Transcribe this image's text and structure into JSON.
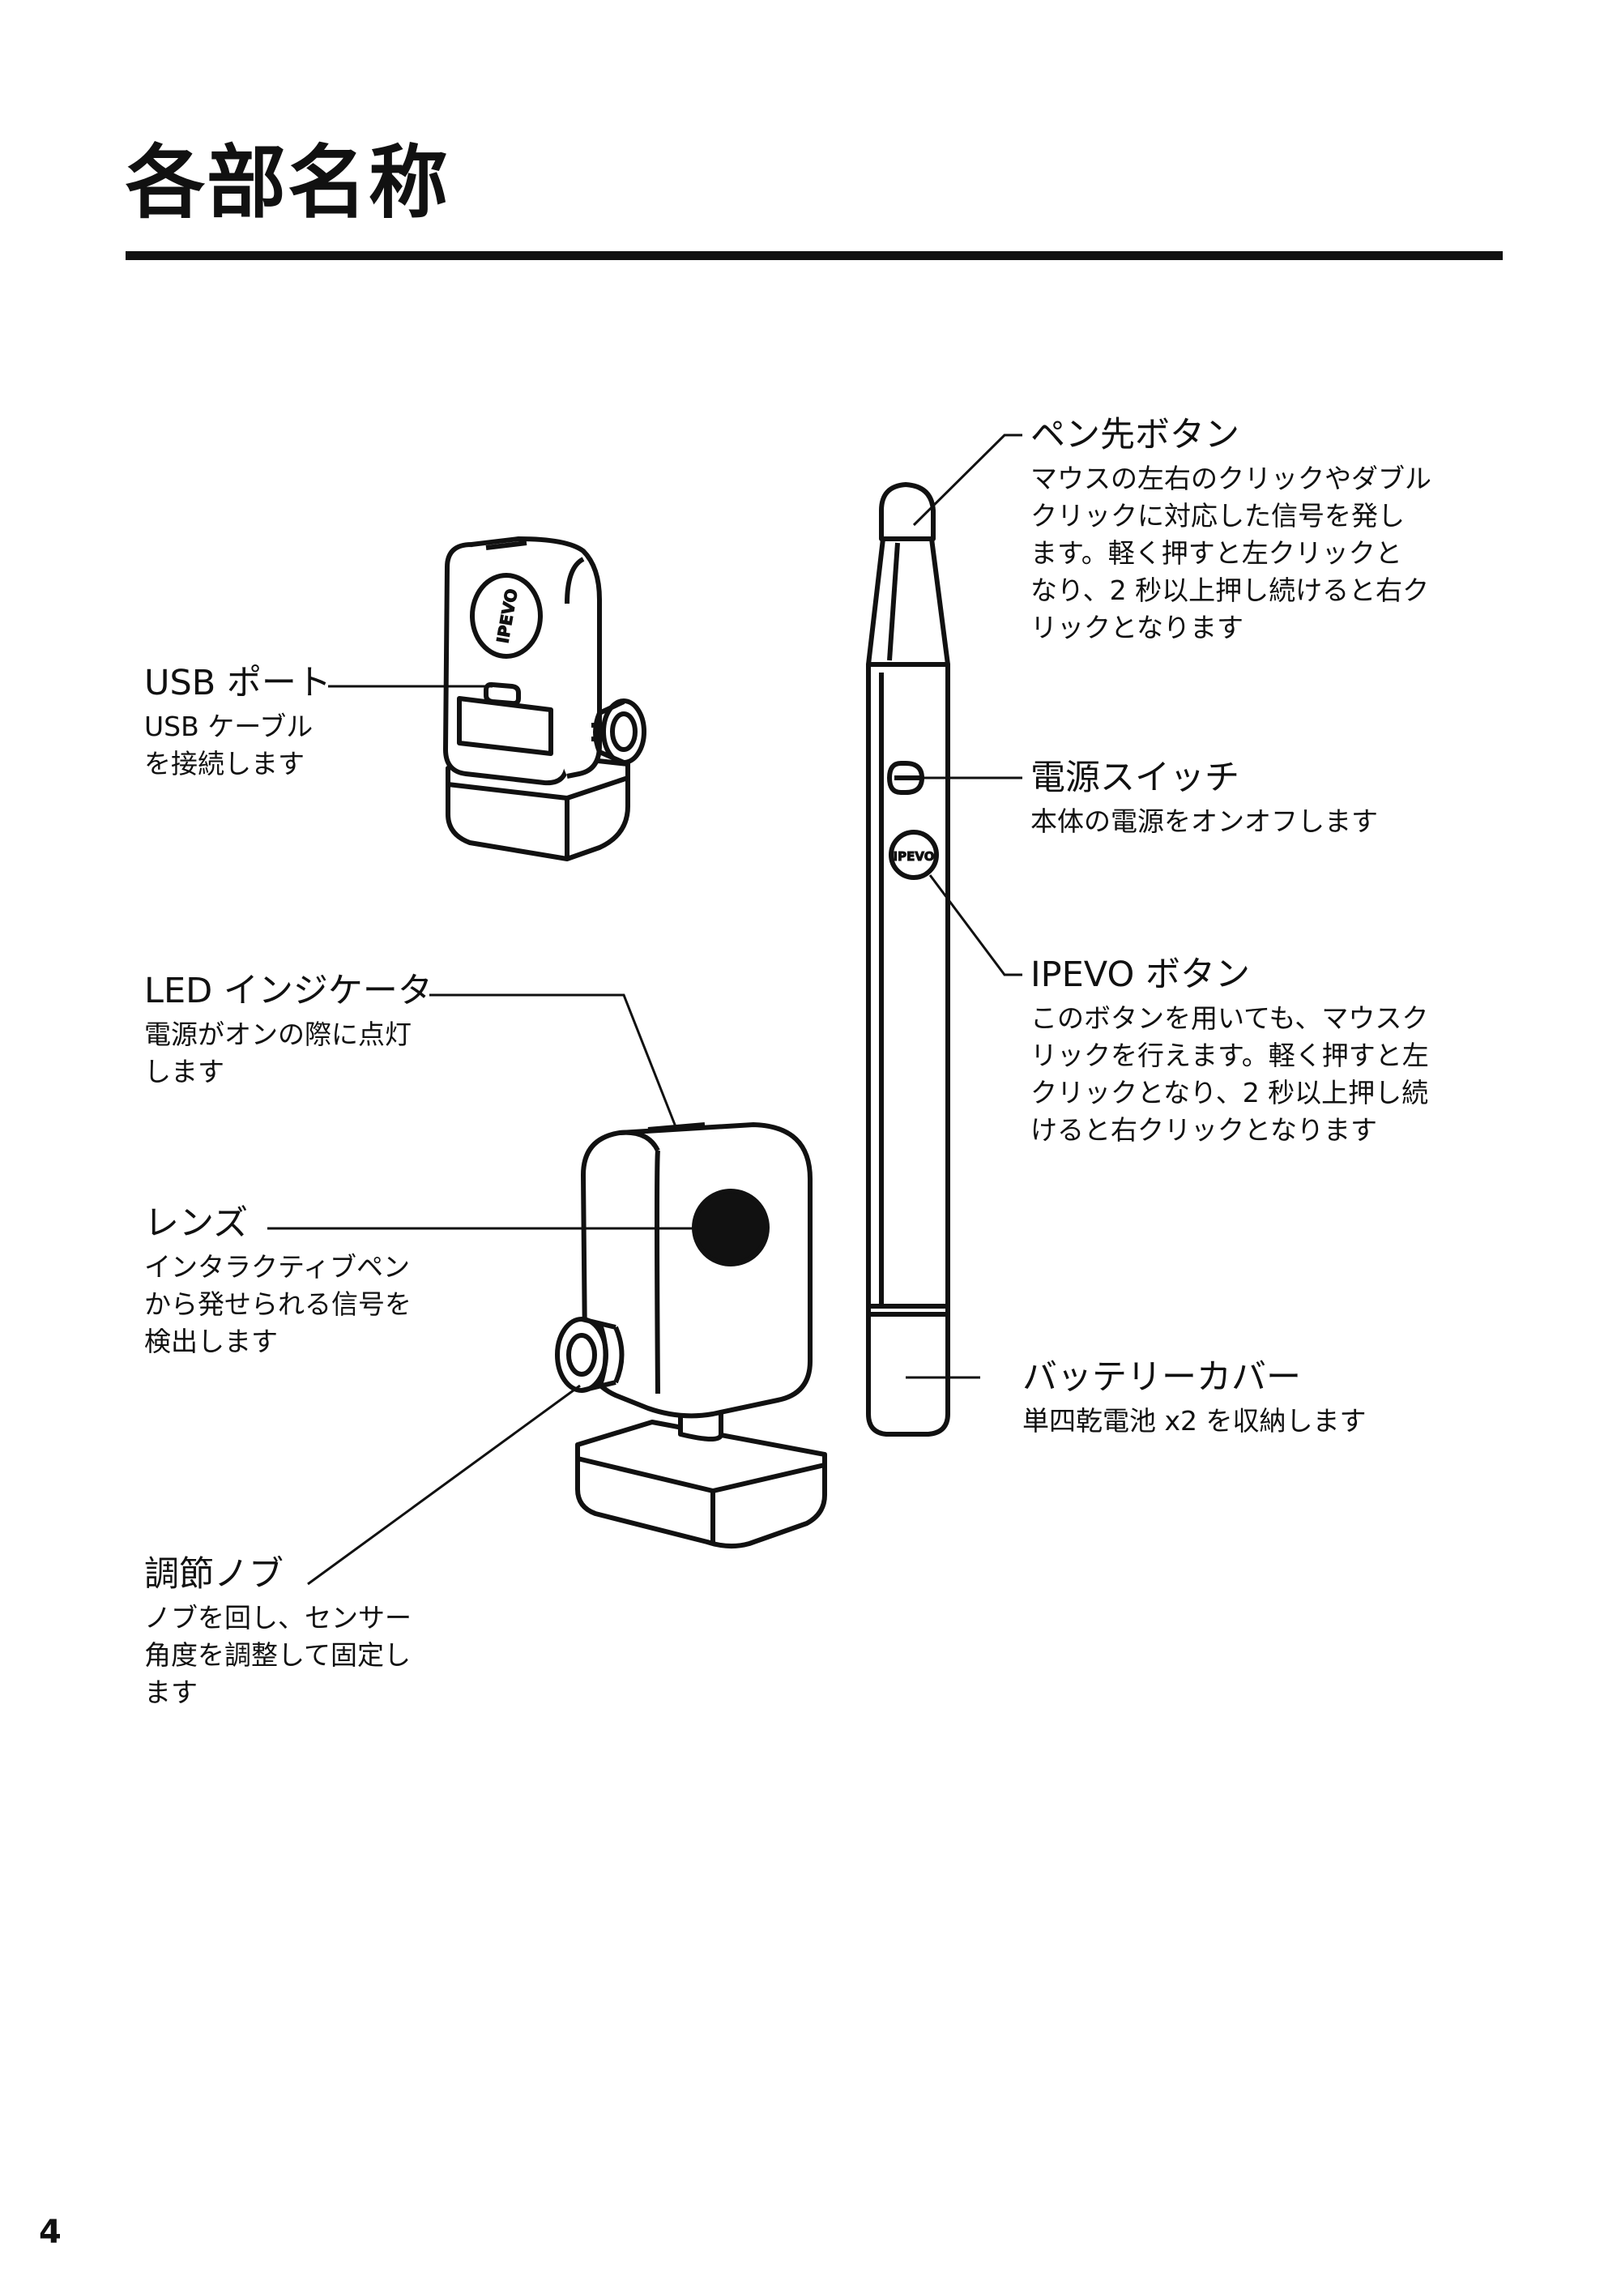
{
  "title": "各部名称",
  "page_number": "4",
  "device_logo": "IPEVO",
  "labels": {
    "usb_port": {
      "heading": "USB ポート",
      "lines": [
        "USB ケーブル",
        "を接続します"
      ]
    },
    "led": {
      "heading": "LED インジケータ",
      "lines": [
        "電源がオンの際に点灯",
        "します"
      ]
    },
    "lens": {
      "heading": "レンズ",
      "lines": [
        "インタラクティブペン",
        "から発せられる信号を",
        "検出します"
      ]
    },
    "knob": {
      "heading": "調節ノブ",
      "lines": [
        "ノブを回し、センサー",
        "角度を調整して固定し",
        "ます"
      ]
    },
    "pen_tip": {
      "heading": "ペン先ボタン",
      "lines": [
        "マウスの左右のクリックやダブル",
        "クリックに対応した信号を発し",
        "ます。軽く押すと左クリックと",
        "なり、2 秒以上押し続けると右ク",
        "リックとなります"
      ]
    },
    "power": {
      "heading": "電源スイッチ",
      "lines": [
        "本体の電源をオンオフします"
      ]
    },
    "ipevo_button": {
      "heading": "IPEVO ボタン",
      "lines": [
        "このボタンを用いても、マウスク",
        "リックを行えます。軽く押すと左",
        "クリックとなり、2 秒以上押し続",
        "けると右クリックとなります"
      ]
    },
    "battery": {
      "heading": "バッテリーカバー",
      "lines": [
        "単四乾電池 x2 を収納します"
      ]
    }
  }
}
